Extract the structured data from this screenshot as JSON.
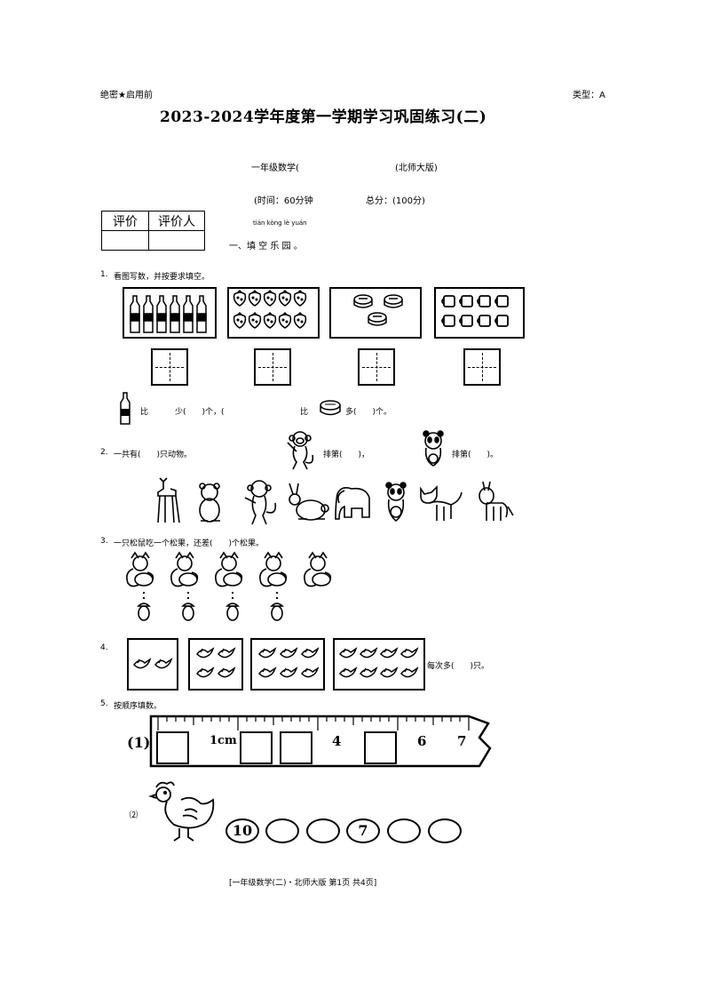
{
  "header": {
    "secret": "绝密★启用前",
    "type": "类型：A",
    "title": "2023-2024学年度第一学期学习巩固练习(二)",
    "subject": "一年级数学(",
    "edition": "(北师大版)",
    "time": "(时间：60分钟",
    "score": "总分：(100分)"
  },
  "eval_table": {
    "col1": "评价",
    "col2": "评价人"
  },
  "section1": {
    "pinyin": "tián kòng lè yuán",
    "title": "一、填 空 乐 园 。"
  },
  "q1": {
    "num": "1.",
    "text": "看图写数，并按要求填空。",
    "compare_a": "比",
    "compare_b": "少(　　)个，(",
    "compare_c": "比",
    "compare_d": "多(　　)个。"
  },
  "q2": {
    "num": "2.",
    "text": "一共有(　　)只动物。",
    "rank1": "排第(　　)，",
    "rank2": "排第(　　)。"
  },
  "q3": {
    "num": "3.",
    "text": "一只松鼠吃一个松果，还差(　　)个松果。"
  },
  "q4": {
    "num": "4.",
    "text": "每次多(　　)只。"
  },
  "q5": {
    "num": "5.",
    "text": "按顺序填数。",
    "part1": "(1)",
    "part2": "⑵",
    "ruler_unit": "1cm",
    "ruler_nums": [
      "4",
      "6",
      "7"
    ],
    "ovals": [
      "10",
      "",
      "",
      "7",
      "",
      ""
    ]
  },
  "footer": "[一年级数学(二)・北师大版  第1页  共4页]",
  "icons": {
    "bottle": "bottle-icon",
    "strawberry": "strawberry-icon",
    "mooncake": "mooncake-icon",
    "cup": "cup-icon",
    "monkey": "monkey-icon",
    "panda": "panda-icon",
    "deer": "deer-icon",
    "squirrel": "squirrel-icon",
    "acorn": "acorn-icon",
    "bird": "bird-icon",
    "hen": "hen-icon"
  }
}
